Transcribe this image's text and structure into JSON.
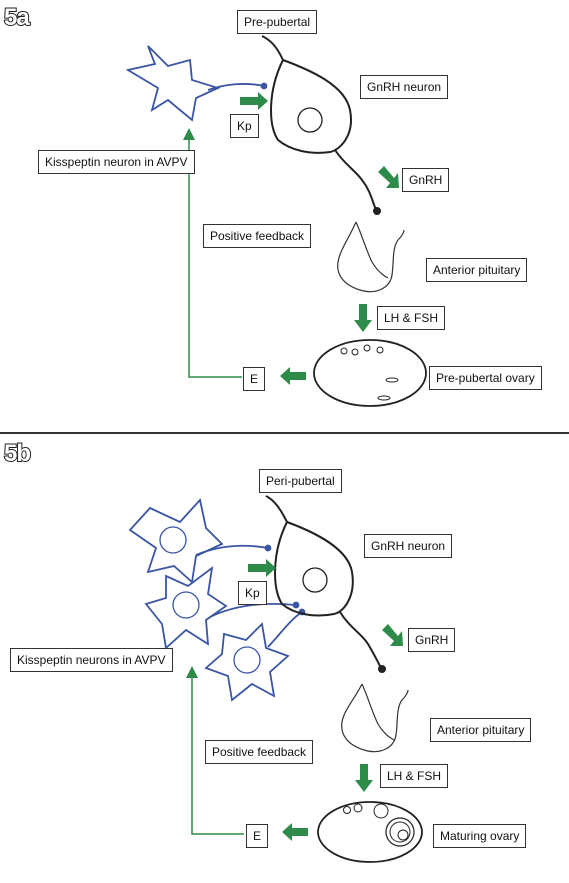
{
  "panel_a": {
    "tag": "5a",
    "stage": "Pre-pubertal",
    "gnrh_neuron": "GnRH neuron",
    "kp": "Kp",
    "kisspeptin": "Kisspeptin neuron in AVPV",
    "gnrh": "GnRH",
    "feedback": "Positive feedback",
    "pituitary": "Anterior pituitary",
    "lh_fsh": "LH & FSH",
    "estrogen": "E",
    "ovary": "Pre-pubertal ovary"
  },
  "panel_b": {
    "tag": "5b",
    "stage": "Peri-pubertal",
    "gnrh_neuron": "GnRH neuron",
    "kp": "Kp",
    "kisspeptin": "Kisspeptin neurons in AVPV",
    "gnrh": "GnRH",
    "feedback": "Positive feedback",
    "pituitary": "Anterior pituitary",
    "lh_fsh": "LH & FSH",
    "estrogen": "E",
    "ovary": "Maturing ovary"
  },
  "colors": {
    "arrow": "#2e8b4a",
    "kisspeptin_neuron": "#3a55a4",
    "feedback_line": "#2e8b4a"
  }
}
